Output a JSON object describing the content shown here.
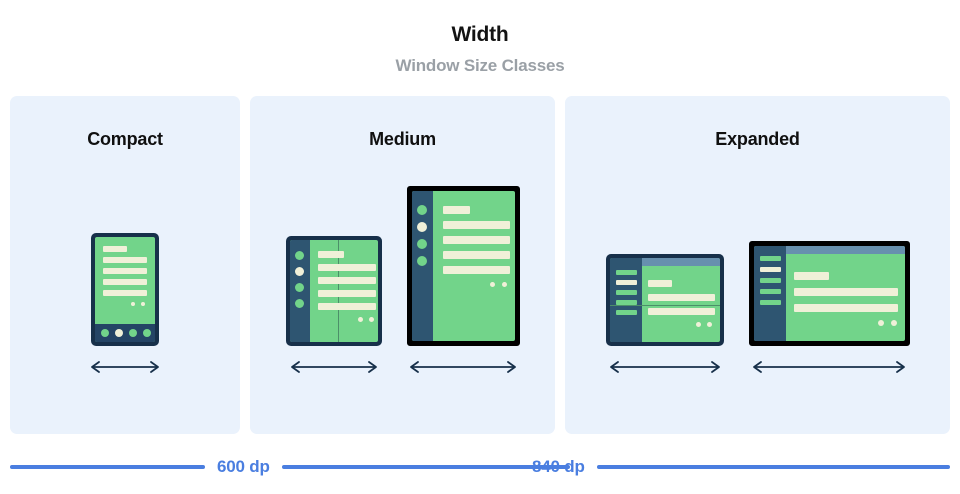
{
  "header": {
    "title": "Width",
    "subtitle": "Window Size Classes"
  },
  "panels": [
    {
      "id": "compact",
      "title": "Compact",
      "devices": [
        {
          "name": "phone-portrait",
          "kind": "phone"
        }
      ]
    },
    {
      "id": "medium",
      "title": "Medium",
      "devices": [
        {
          "name": "foldable-portrait",
          "kind": "foldable-portrait"
        },
        {
          "name": "tablet-portrait",
          "kind": "tablet-portrait"
        }
      ]
    },
    {
      "id": "expanded",
      "title": "Expanded",
      "devices": [
        {
          "name": "foldable-landscape",
          "kind": "foldable-landscape"
        },
        {
          "name": "tablet-landscape",
          "kind": "tablet-landscape"
        }
      ]
    }
  ],
  "breakpoints": [
    {
      "id": "bp-600",
      "label": "600 dp"
    },
    {
      "id": "bp-840",
      "label": "840 dp"
    }
  ],
  "colors": {
    "panel_background": "#EAF2FC",
    "device_screen_green": "#72D48A",
    "device_content_cream": "#F0F0D8",
    "device_frame_navy": "#17304A",
    "device_frame_black": "#000000",
    "device_sidebar_navy": "#2E5571",
    "device_statusbar_blue": "#6790AE",
    "breakpoint_blue": "#4A7EE0",
    "title_black": "#131313",
    "subtitle_gray": "#9AA0A6",
    "arrow_navy": "#17304A"
  },
  "icons": {
    "arrow": "double-headed-horizontal-arrow-icon"
  }
}
